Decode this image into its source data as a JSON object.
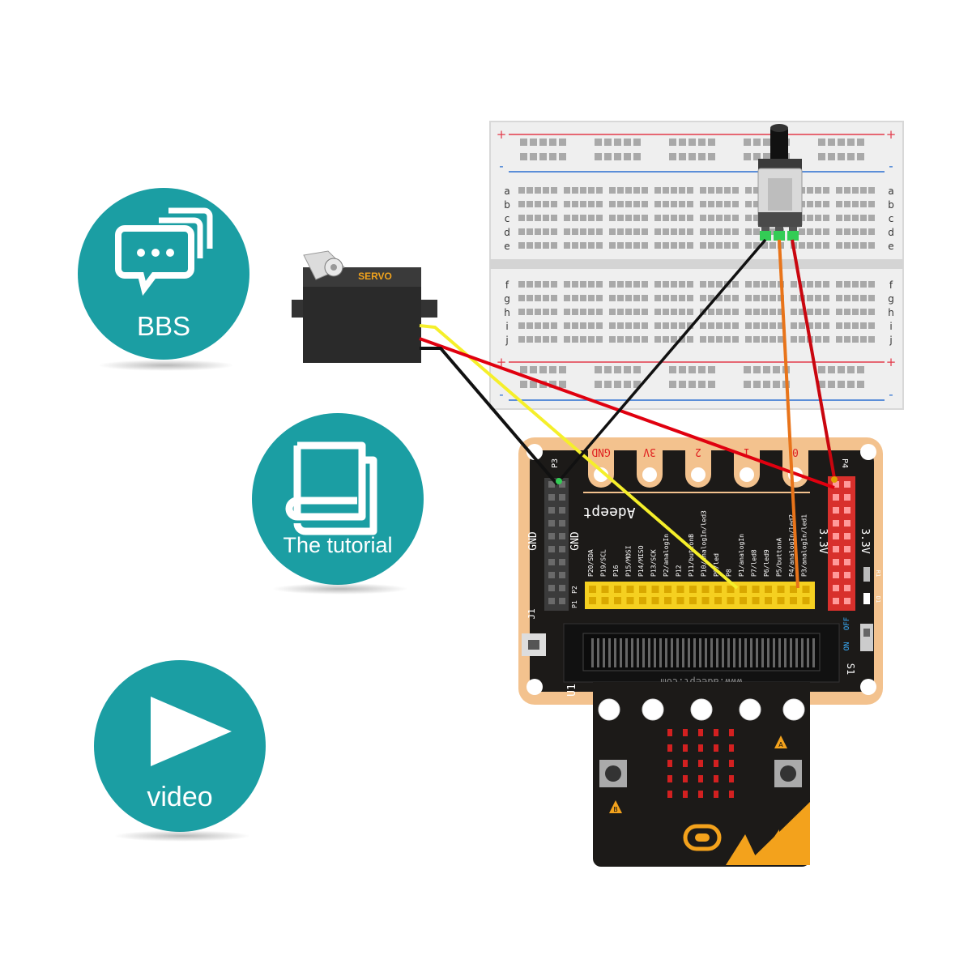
{
  "nav": {
    "bbs": {
      "label": "BBS",
      "icon": "chat-bubbles-icon"
    },
    "tutorial": {
      "label": "The tutorial",
      "icon": "book-icon"
    },
    "video": {
      "label": "video",
      "icon": "play-icon"
    }
  },
  "colors": {
    "accent": "#1b9ea3",
    "board": "#1c1a18",
    "pad": "#f3c28e",
    "wire_red": "#e0000f",
    "wire_black": "#111111",
    "wire_yellow": "#f5ef2a",
    "wire_orange": "#e8741a"
  },
  "servo": {
    "label": "SERVO"
  },
  "breadboard": {
    "rows_top": [
      "a",
      "b",
      "c",
      "d",
      "e"
    ],
    "rows_bottom": [
      "f",
      "g",
      "h",
      "i",
      "j"
    ],
    "plus": "+",
    "minus": "-"
  },
  "shield": {
    "brand": "Adeept",
    "url": "www.adeept.com",
    "top_pads": [
      "GND",
      "3V",
      "2",
      "1",
      "0"
    ],
    "gnd_label": "GND",
    "v33_label": "3.3V",
    "p3": "P3",
    "p4": "P4",
    "j1": "J1",
    "u1": "U1",
    "s1": "S1",
    "on": "ON",
    "off": "OFF",
    "p1": "P1",
    "p2": "P2",
    "r1": "R1",
    "d1": "D1",
    "pin_labels": [
      "P20/SDA",
      "P19/SCL",
      "P16",
      "P15/MOSI",
      "P14/MISO",
      "P13/SCK",
      "P2/analogIn",
      "P12",
      "P11/buttonB",
      "P10/analogIn/led3",
      "P9/led",
      "P8",
      "P1/analogIn",
      "P7/led8",
      "P6/led9",
      "P5/buttonA",
      "P4/analogIn/led2",
      "P3/analogIn/led1"
    ]
  },
  "microbit": {
    "btn_a": "A",
    "btn_b": "B"
  }
}
